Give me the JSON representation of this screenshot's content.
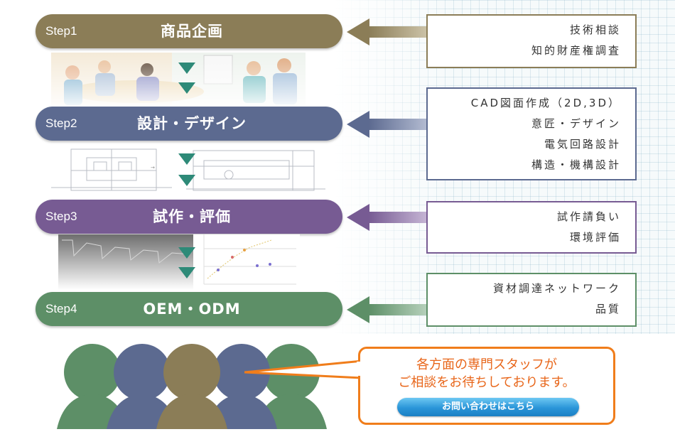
{
  "colors": {
    "step1": "#8b7d57",
    "step2": "#5c6a90",
    "step3": "#775b93",
    "step4": "#5d8f67",
    "accent": "#f07d1b",
    "arrow_down": "#2e8a78"
  },
  "steps": [
    {
      "step": "Step1",
      "title": "商品企画",
      "services": [
        "技術相談",
        "知的財産権調査"
      ]
    },
    {
      "step": "Step2",
      "title": "設計・デザイン",
      "services": [
        "CAD図面作成（2D,3D）",
        "意匠・デザイン",
        "電気回路設計",
        "構造・機構設計"
      ]
    },
    {
      "step": "Step3",
      "title": "試作・評価",
      "services": [
        "試作請負い",
        "環境評価"
      ]
    },
    {
      "step": "Step4",
      "title": "OEM・ODM",
      "services": [
        "資材調達ネットワーク",
        "品質"
      ]
    }
  ],
  "staff": {
    "messages": [
      "各方面の専門スタッフが",
      "ご相談をお待ちしております。"
    ],
    "contact_button": "お問い合わせはこちら"
  }
}
